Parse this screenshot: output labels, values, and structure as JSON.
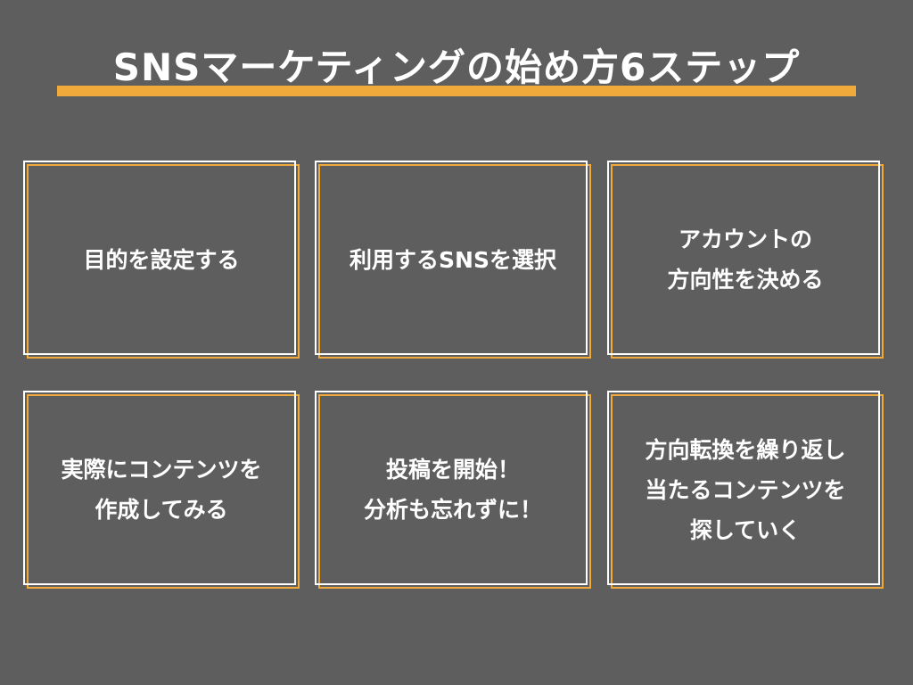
{
  "title": "SNSマーケティングの始め方6ステップ",
  "colors": {
    "background": "#5e5e5e",
    "accent": "#f0a93b",
    "text": "#ffffff"
  },
  "steps": [
    {
      "label": "目的を設定する"
    },
    {
      "label": "利用するSNSを選択"
    },
    {
      "label": "アカウントの\n方向性を決める"
    },
    {
      "label": "実際にコンテンツを\n作成してみる"
    },
    {
      "label": "投稿を開始！\n分析も忘れずに！"
    },
    {
      "label": "方向転換を繰り返し\n当たるコンテンツを\n探していく"
    }
  ]
}
